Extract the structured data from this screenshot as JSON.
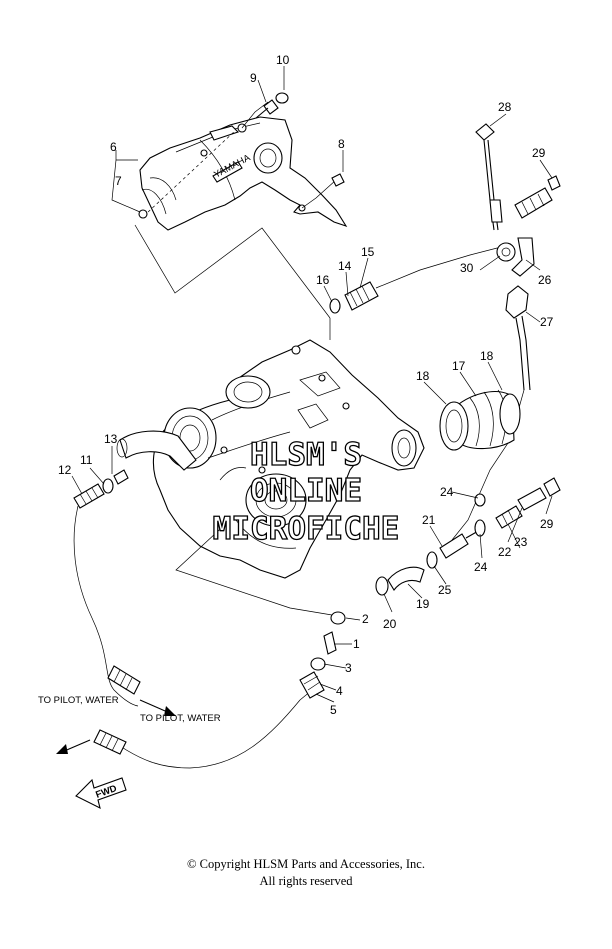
{
  "callouts": {
    "c1": "1",
    "c2": "2",
    "c3": "3",
    "c4": "4",
    "c5": "5",
    "c6": "6",
    "c7": "7",
    "c8": "8",
    "c9": "9",
    "c10": "10",
    "c11": "11",
    "c12": "12",
    "c13": "13",
    "c14": "14",
    "c15": "15",
    "c16": "16",
    "c17": "17",
    "c18a": "18",
    "c18b": "18",
    "c19": "19",
    "c20": "20",
    "c21": "21",
    "c22": "22",
    "c23": "23",
    "c24a": "24",
    "c24b": "24",
    "c25": "25",
    "c26": "26",
    "c27": "27",
    "c28": "28",
    "c29a": "29",
    "c29b": "29",
    "c30": "30"
  },
  "annotations": {
    "pilot_water_left": "TO PILOT, WATER",
    "pilot_water_right": "TO PILOT, WATER",
    "fwd": "FWD",
    "cover_brand": "YAMAHA"
  },
  "watermark": {
    "line1": "HLSM'S",
    "line2": "ONLINE",
    "line3": "MICROFICHE"
  },
  "footer": {
    "copyright": "© Copyright HLSM Parts and Accessories, Inc.",
    "rights": "All rights reserved"
  }
}
